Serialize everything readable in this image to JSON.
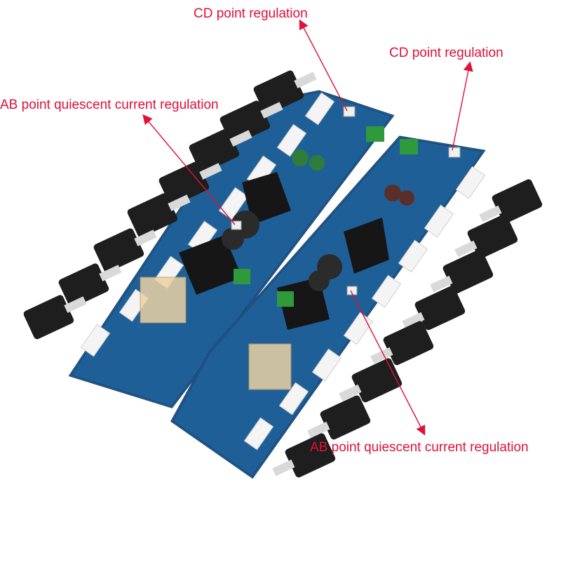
{
  "annotations": {
    "cd_top": "CD point regulation",
    "cd_right": "CD point regulation",
    "ab_left": "AB point quiescent current regulation",
    "ab_bottom": "AB point quiescent current regulation"
  },
  "colors": {
    "label": "#e0103a",
    "pcb": "#1f5f98",
    "pcb_dark": "#123f6a",
    "transistor": "#1e1e1e",
    "resistor": "#f4f4f4",
    "heatsink": "#161616",
    "capacitor": "#2b2b2b",
    "terminal": "#2f9a3c"
  }
}
